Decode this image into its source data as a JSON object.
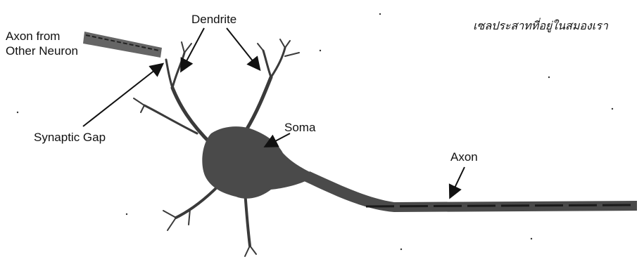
{
  "title": "เซลประสาทที่อยู่ในสมองเรา",
  "labels": {
    "dendrite": "Dendrite",
    "axon_from_line1": "Axon from",
    "axon_from_line2": "Other Neuron",
    "synaptic_gap": "Synaptic Gap",
    "soma": "Soma",
    "axon": "Axon"
  },
  "colors": {
    "ink": "#111111",
    "cell_fill": "#4a4a4a",
    "background": "#ffffff"
  }
}
